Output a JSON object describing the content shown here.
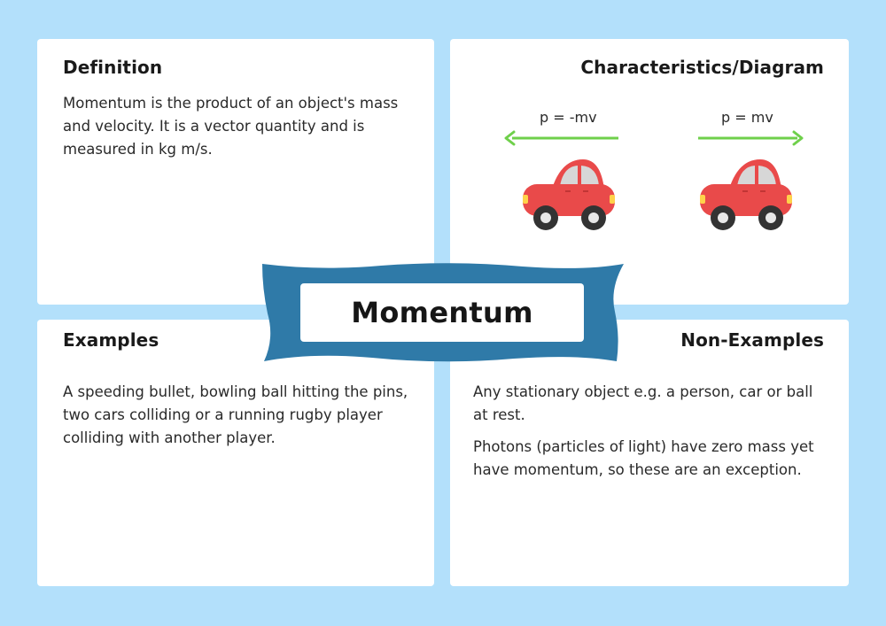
{
  "title": "Momentum",
  "definition": {
    "heading": "Definition",
    "body": "Momentum is the product of an object's mass and velocity. It is a vector quantity and is measured in kg m/s."
  },
  "characteristics": {
    "heading": "Characteristics/Diagram",
    "left_equation": "p = -mv",
    "right_equation": "p = mv"
  },
  "examples": {
    "heading": "Examples",
    "body": "A speeding bullet, bowling ball hitting the pins, two cars colliding or a running rugby player colliding with another player."
  },
  "non_examples": {
    "heading": "Non-Examples",
    "body1": "Any stationary object e.g. a person, car or ball at rest.",
    "body2": "Photons (particles of light) have zero mass yet have momentum, so these are an exception."
  },
  "colors": {
    "background": "#b3e0fb",
    "banner": "#2f7aa8",
    "arrow": "#6fd04b",
    "car_body": "#e94a4a",
    "car_window": "#d7d7d7"
  },
  "icons": {
    "left_arrow": "arrow-left-icon",
    "right_arrow": "arrow-right-icon",
    "left_car": "car-icon",
    "right_car": "car-icon"
  }
}
